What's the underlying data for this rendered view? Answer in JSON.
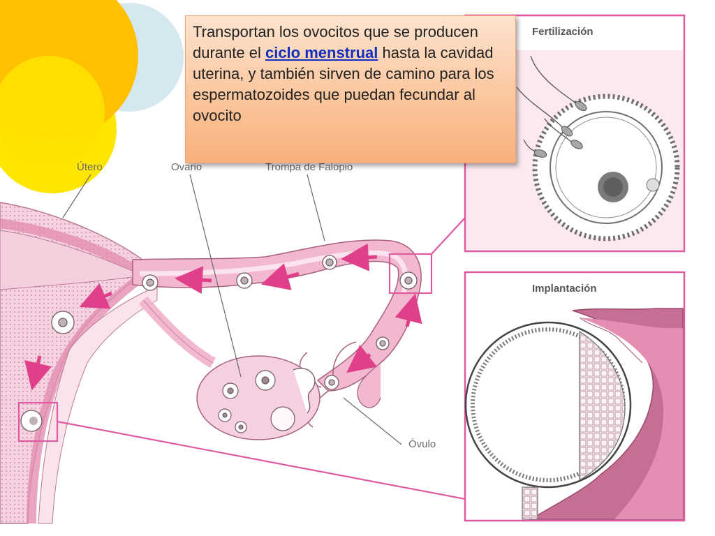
{
  "callout": {
    "text_before": "Transportan los ovocitos que se producen durante el ",
    "link_label": "ciclo menstrual",
    "text_after": " hasta la cavidad uterina, y también sirven de camino para los espermatozoides que puedan fecundar al ovocito"
  },
  "labels": {
    "utero": "Útero",
    "ovario": "Ovario",
    "trompa": "Trompa de Falopio",
    "ovulo": "Óvulo"
  },
  "panels": {
    "fertilizacion": "Fertilización",
    "implantacion": "Implantación"
  },
  "colors": {
    "callout_bg": "#fbc79f",
    "highlight": "#e05aa0",
    "tissue": "#f2b8cf",
    "arrow": "#e0408a",
    "decor_orange": "#ffc000",
    "decor_yellow": "#ffe600",
    "decor_blue": "#d5e8ef"
  }
}
